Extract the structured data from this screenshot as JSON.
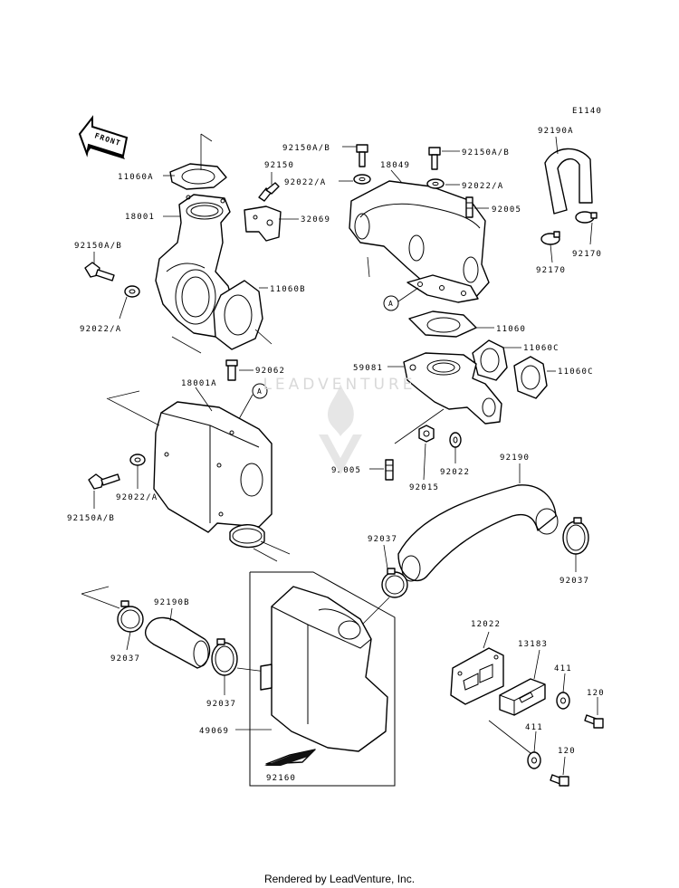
{
  "diagram_code": "E1140",
  "front_label": "FRONT",
  "ref_marker": "A",
  "watermark_text": "LEADVENTURE",
  "footer_text": "Rendered by LeadVenture, Inc.",
  "parts": {
    "p11060A": "11060A",
    "p18001": "18001",
    "p92150": "92150",
    "p32069": "32069",
    "p92150AB_left": "92150A/B",
    "p92022A_left": "92022/A",
    "p11060B": "11060B",
    "p92150AB_mid": "92150A/B",
    "p92022A_mid": "92022/A",
    "p18049": "18049",
    "p92150AB_right": "92150A/B",
    "p92022A_right": "92022/A",
    "p92005_top": "92005",
    "p92190A": "92190A",
    "p92170_a": "92170",
    "p92170_b": "92170",
    "p11060": "11060",
    "p11060C_a": "11060C",
    "p11060C_b": "11060C",
    "p59081": "59081",
    "p92062": "92062",
    "p18001A": "18001A",
    "p92022A_low": "92022/A",
    "p92150AB_low": "92150A/B",
    "p92005_low": "92005",
    "p92015": "92015",
    "p92022": "92022",
    "p92190": "92190",
    "p92037_a": "92037",
    "p92037_b": "92037",
    "p92037_c": "92037",
    "p92037_d": "92037",
    "p92190B": "92190B",
    "p49069": "49069",
    "p92160": "92160",
    "p12022": "12022",
    "p13183": "13183",
    "p411_a": "411",
    "p411_b": "411",
    "p120_a": "120",
    "p120_b": "120"
  }
}
